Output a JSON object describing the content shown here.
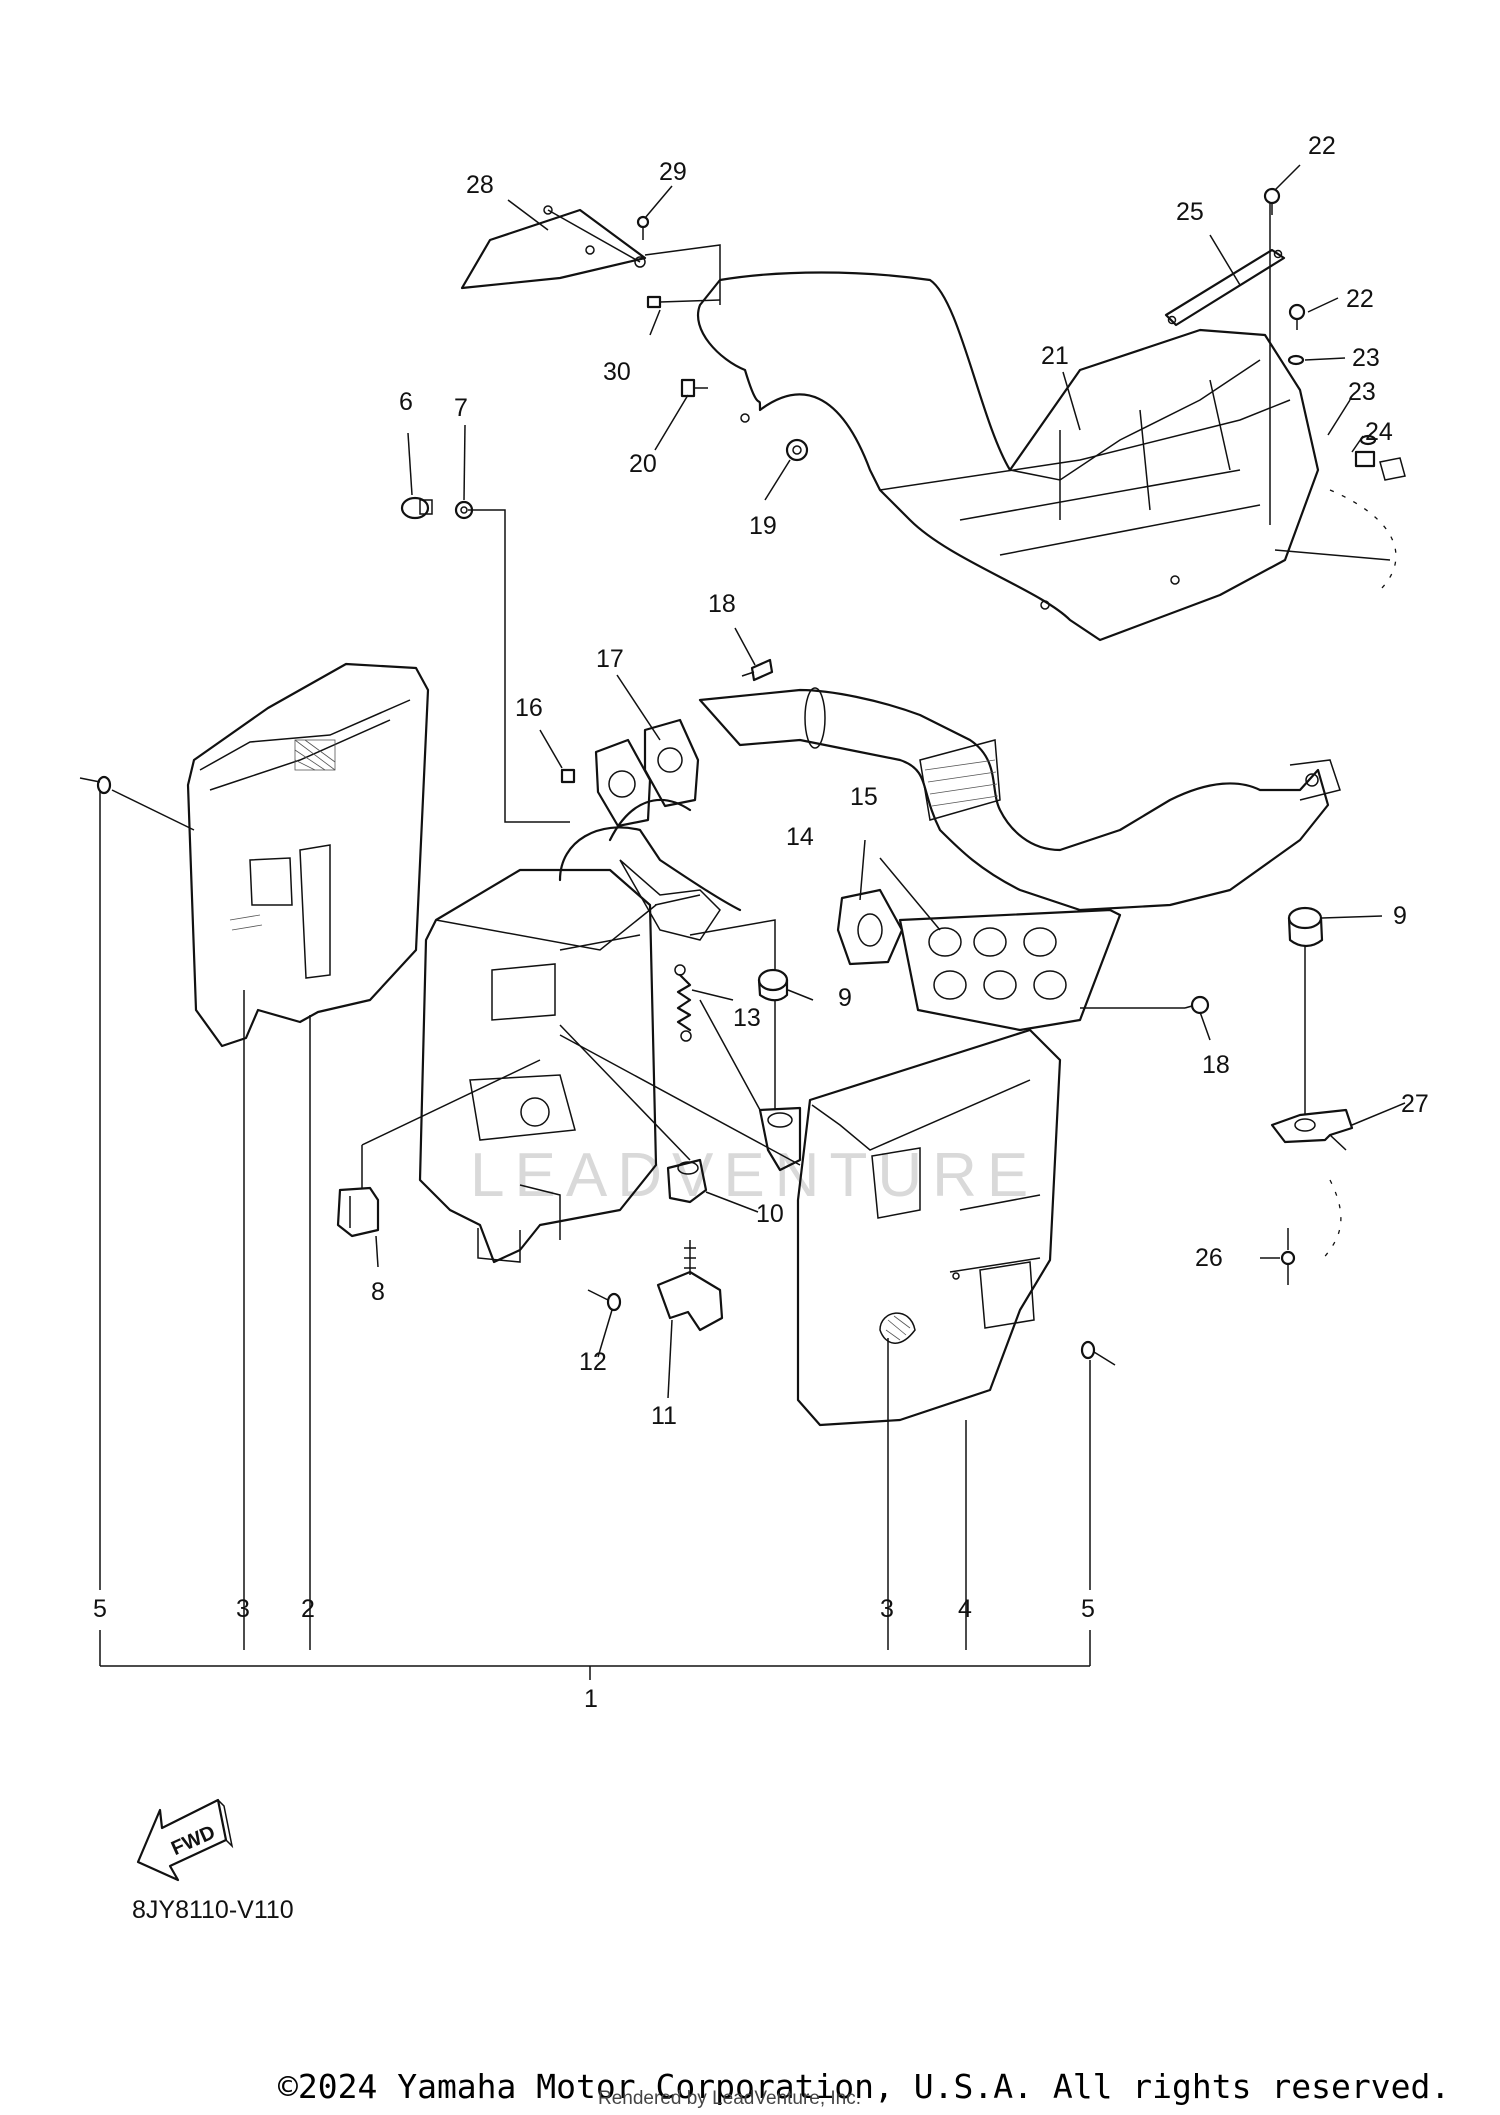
{
  "diagram": {
    "figure_code": "8JY8110-V110",
    "fwd_label": "FWD",
    "watermark": "LEADVENTURE",
    "copyright": "©2024 Yamaha Motor Corporation, U.S.A. All rights reserved.",
    "rendered_by": "Rendered by LeadVenture, Inc.",
    "callouts": [
      {
        "id": "c1",
        "label": "1"
      },
      {
        "id": "c2",
        "label": "2"
      },
      {
        "id": "c3a",
        "label": "3"
      },
      {
        "id": "c3b",
        "label": "3"
      },
      {
        "id": "c4",
        "label": "4"
      },
      {
        "id": "c5a",
        "label": "5"
      },
      {
        "id": "c5b",
        "label": "5"
      },
      {
        "id": "c6",
        "label": "6"
      },
      {
        "id": "c7",
        "label": "7"
      },
      {
        "id": "c8",
        "label": "8"
      },
      {
        "id": "c9a",
        "label": "9"
      },
      {
        "id": "c9b",
        "label": "9"
      },
      {
        "id": "c10",
        "label": "10"
      },
      {
        "id": "c11",
        "label": "11"
      },
      {
        "id": "c12",
        "label": "12"
      },
      {
        "id": "c13",
        "label": "13"
      },
      {
        "id": "c14",
        "label": "14"
      },
      {
        "id": "c15",
        "label": "15"
      },
      {
        "id": "c16",
        "label": "16"
      },
      {
        "id": "c17",
        "label": "17"
      },
      {
        "id": "c18a",
        "label": "18"
      },
      {
        "id": "c18b",
        "label": "18"
      },
      {
        "id": "c19",
        "label": "19"
      },
      {
        "id": "c20",
        "label": "20"
      },
      {
        "id": "c21",
        "label": "21"
      },
      {
        "id": "c22a",
        "label": "22"
      },
      {
        "id": "c22b",
        "label": "22"
      },
      {
        "id": "c23a",
        "label": "23"
      },
      {
        "id": "c23b",
        "label": "23"
      },
      {
        "id": "c24",
        "label": "24"
      },
      {
        "id": "c25",
        "label": "25"
      },
      {
        "id": "c26",
        "label": "26"
      },
      {
        "id": "c27",
        "label": "27"
      },
      {
        "id": "c28",
        "label": "28"
      },
      {
        "id": "c29",
        "label": "29"
      },
      {
        "id": "c30",
        "label": "30"
      }
    ]
  }
}
